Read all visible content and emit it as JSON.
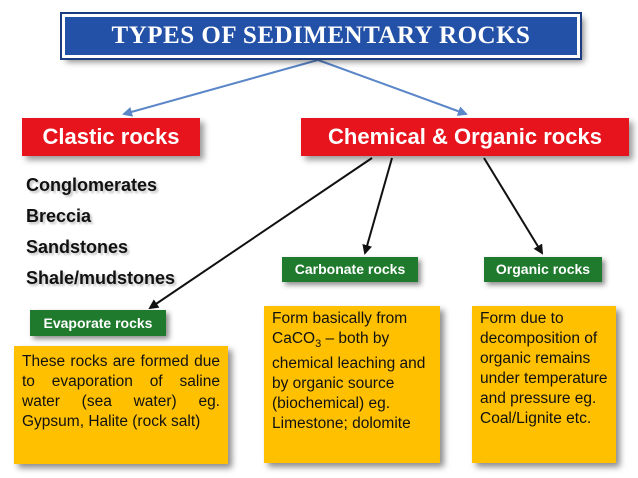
{
  "title": "TYPES OF SEDIMENTARY ROCKS",
  "clastic": {
    "label": "Clastic rocks",
    "examples": [
      "Conglomerates",
      "Breccia",
      "Sandstones",
      "Shale/mudstones"
    ]
  },
  "chemical": {
    "label": "Chemical & Organic rocks"
  },
  "carbonate": {
    "label": "Carbonate rocks",
    "desc_before": "Form basically from CaCO",
    "desc_sub": "3",
    "desc_after": " – both by chemical leaching and by organic source (biochemical) eg. Limestone; dolomite"
  },
  "organic": {
    "label": "Organic rocks",
    "desc": "Form due to decomposition of organic remains under temperature and pressure eg. Coal/Lignite etc."
  },
  "evaporate": {
    "label": "Evaporate rocks",
    "desc": "These rocks are formed due to evaporation of saline water (sea water) eg. Gypsum, Halite (rock salt)"
  },
  "colors": {
    "title_bg": "#2451a8",
    "red": "#e8141d",
    "green": "#1f7a2e",
    "yellow": "#ffc000",
    "arrow_blue": "#5b86c8"
  }
}
